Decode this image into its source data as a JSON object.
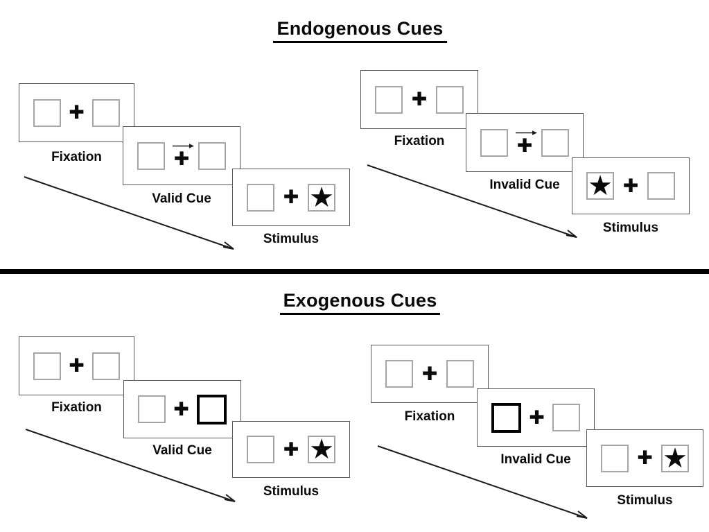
{
  "icons": {
    "plus": "✚",
    "star": "★",
    "cue_arrow_direction": "right"
  },
  "colors": {
    "ink": "#000000",
    "panel_border": "#565656",
    "placeholder_box_border": "#a6a6a6",
    "background": "#ffffff"
  },
  "sections": [
    {
      "title": "Endogenous Cues",
      "groups": [
        {
          "name": "valid-trial",
          "panels": [
            {
              "label": "Fixation",
              "left_box": "empty",
              "right_box": "empty",
              "cue": "none"
            },
            {
              "label": "Valid Cue",
              "left_box": "empty",
              "right_box": "empty",
              "cue": "central-arrow-right"
            },
            {
              "label": "Stimulus",
              "left_box": "empty",
              "right_box": "star",
              "cue": "none"
            }
          ]
        },
        {
          "name": "invalid-trial",
          "panels": [
            {
              "label": "Fixation",
              "left_box": "empty",
              "right_box": "empty",
              "cue": "none"
            },
            {
              "label": "Invalid Cue",
              "left_box": "empty",
              "right_box": "empty",
              "cue": "central-arrow-right"
            },
            {
              "label": "Stimulus",
              "left_box": "star",
              "right_box": "empty",
              "cue": "none"
            }
          ]
        }
      ]
    },
    {
      "title": "Exogenous Cues",
      "groups": [
        {
          "name": "valid-trial",
          "panels": [
            {
              "label": "Fixation",
              "left_box": "empty",
              "right_box": "empty",
              "cue": "none"
            },
            {
              "label": "Valid Cue",
              "left_box": "empty",
              "right_box": "thick-outline",
              "cue": "peripheral-right"
            },
            {
              "label": "Stimulus",
              "left_box": "empty",
              "right_box": "star",
              "cue": "none"
            }
          ]
        },
        {
          "name": "invalid-trial",
          "panels": [
            {
              "label": "Fixation",
              "left_box": "empty",
              "right_box": "empty",
              "cue": "none"
            },
            {
              "label": "Invalid Cue",
              "left_box": "thick-outline",
              "right_box": "empty",
              "cue": "peripheral-left"
            },
            {
              "label": "Stimulus",
              "left_box": "empty",
              "right_box": "star",
              "cue": "none"
            }
          ]
        }
      ]
    }
  ]
}
